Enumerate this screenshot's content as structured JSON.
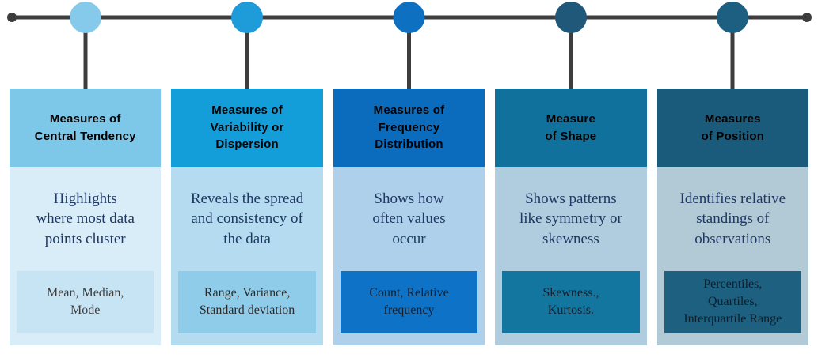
{
  "page_bg": "#FFFFFF",
  "timeline": {
    "line_color": "#3D3D3D"
  },
  "text_colors": {
    "header_text": "#FFFFFF",
    "description_text": "#1F3864"
  },
  "cards": [
    {
      "title": "Measures of\nCentral Tendency",
      "description": "Highlights\nwhere most data\npoints cluster",
      "examples": "Mean, Median,\nMode",
      "colors": {
        "node": "#85CAEB",
        "header_bg": "#7DC8E9",
        "body_bg": "#D9EDF9",
        "example_bg": "#C7E4F5",
        "example_text": "#3D3D3D"
      }
    },
    {
      "title": "Measures of\nVariability or\nDispersion",
      "description": "Reveals the spread\nand consistency of\nthe data",
      "examples": "Range, Variance,\nStandard deviation",
      "colors": {
        "node": "#1E9CD9",
        "header_bg": "#149ED9",
        "body_bg": "#B5DBF1",
        "example_bg": "#8FCCEA",
        "example_text": "#2B2B2B"
      }
    },
    {
      "title": "Measures of\nFrequency\nDistribution",
      "description": "Shows how\noften values\noccur",
      "examples": "Count, Relative\nfrequency",
      "colors": {
        "node": "#0E70C1",
        "header_bg": "#0B6CBD",
        "body_bg": "#AFD0EA",
        "example_bg": "#0E72C6",
        "example_text": "#14202E"
      }
    },
    {
      "title": "Measure\nof Shape",
      "description": "Shows patterns\nlike symmetry or\nskewness",
      "examples": "Skewness.,\nKurtosis.",
      "colors": {
        "node": "#20587A",
        "header_bg": "#0F719C",
        "body_bg": "#AFCDDE",
        "example_bg": "#12769F",
        "example_text": "#14202E"
      }
    },
    {
      "title": "Measures\nof Position",
      "description": "Identifies relative\nstandings of\nobservations",
      "examples": "Percentiles,\nQuartiles,\nInterquartile Range",
      "colors": {
        "node": "#1D5F80",
        "header_bg": "#1A5A7A",
        "body_bg": "#B2C9D6",
        "example_bg": "#1D6080",
        "example_text": "#101E2B"
      }
    }
  ]
}
